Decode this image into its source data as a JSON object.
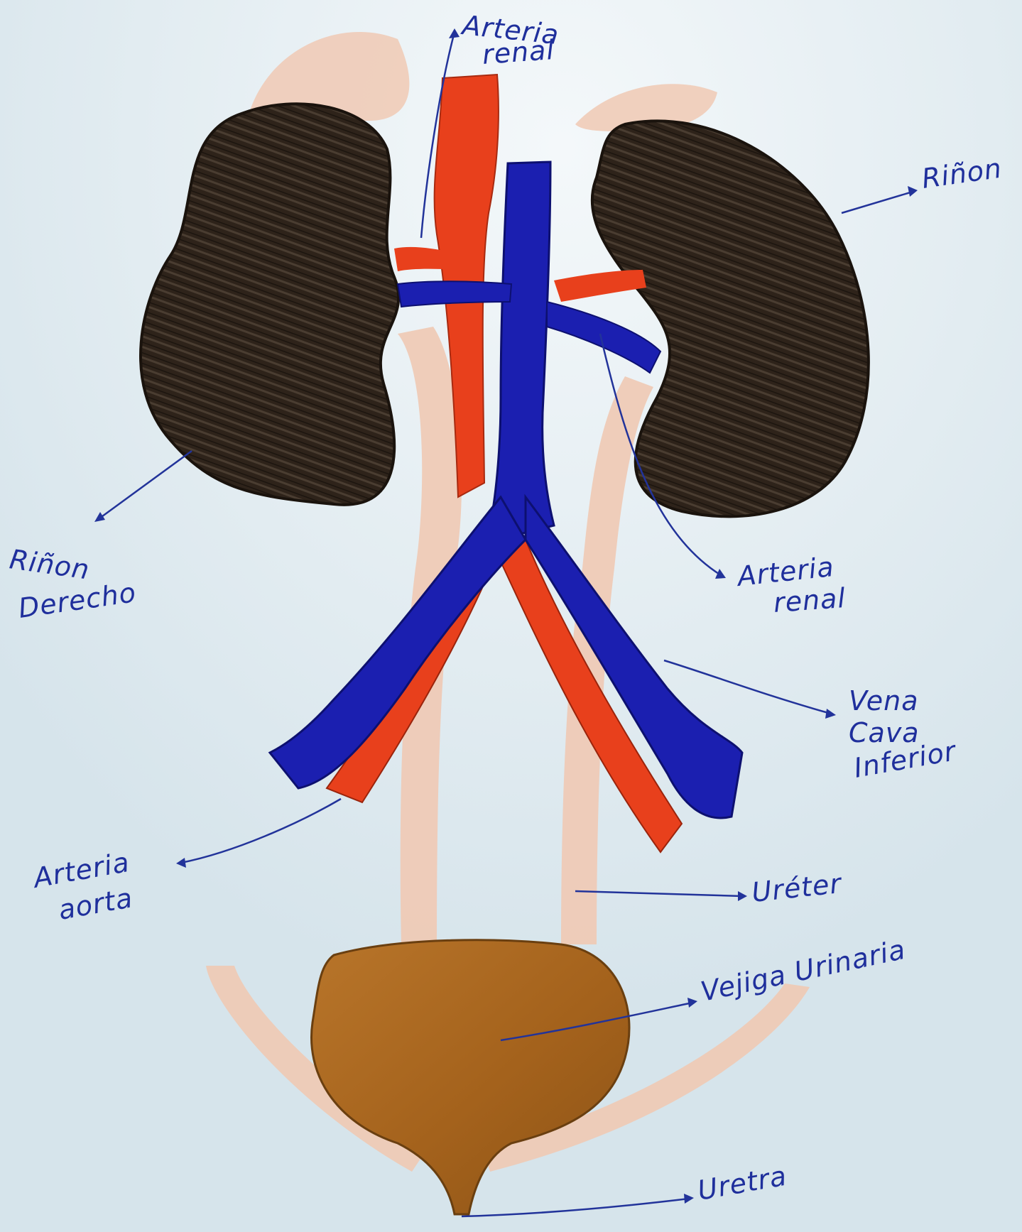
{
  "diagram": {
    "labels": {
      "arteria_renal_top": [
        "Arteria",
        "renal"
      ],
      "rinon": "Riñon",
      "rinon_derecho": [
        "Riñon",
        "Derecho"
      ],
      "arteria_renal_right": [
        "Arteria",
        "renal"
      ],
      "vena_cava": [
        "Vena",
        "Cava",
        "Inferior"
      ],
      "arteria_aorta": [
        "Arteria",
        "aorta"
      ],
      "ureter": "Uréter",
      "vejiga": "Vejiga Urinaria",
      "uretra": "Uretra"
    },
    "colors": {
      "background": "#dfeaf0",
      "kidney": "#2c2118",
      "artery": "#e8401c",
      "vein": "#1b1fb0",
      "ureter": "#f0c9b4",
      "bladder": "#a8661e",
      "ink": "#1f2f9c"
    }
  }
}
